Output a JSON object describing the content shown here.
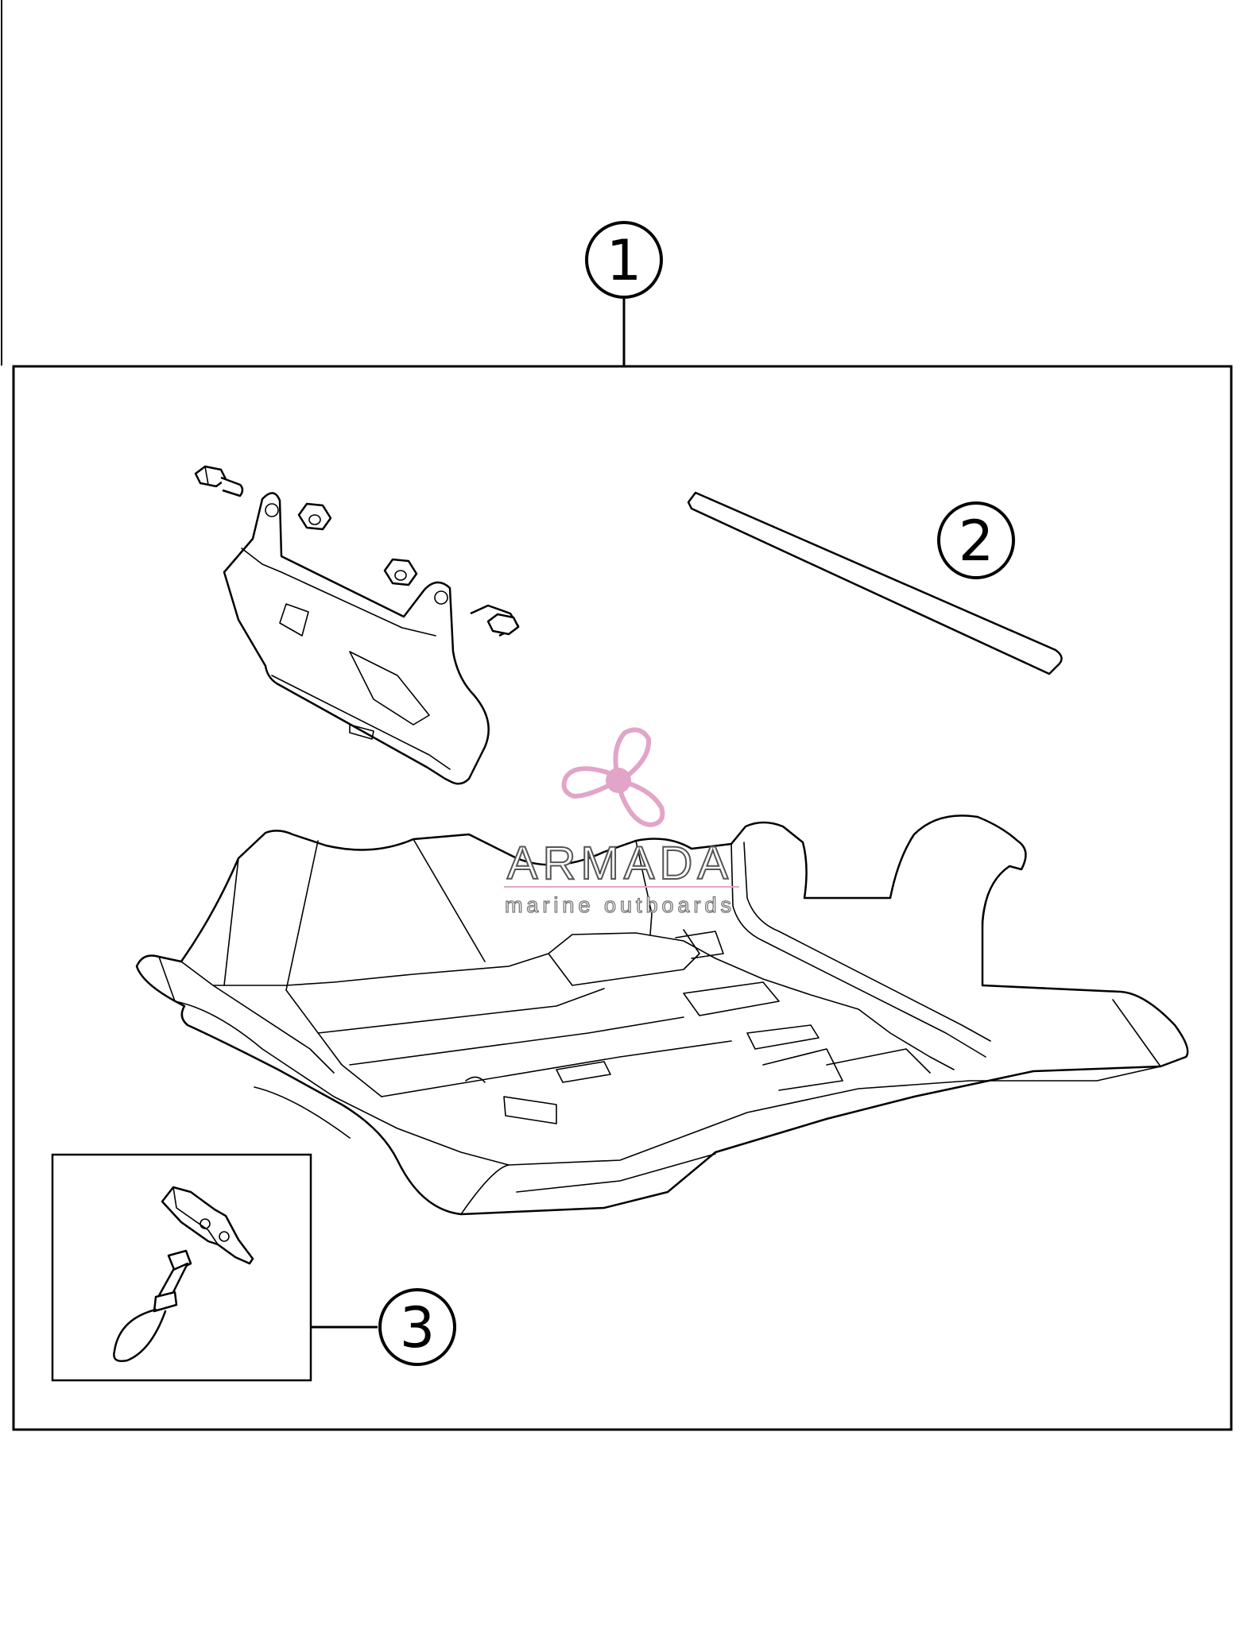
{
  "diagram": {
    "callouts": [
      {
        "id": 1,
        "label": "1"
      },
      {
        "id": 2,
        "label": "2"
      },
      {
        "id": 3,
        "label": "3"
      }
    ]
  },
  "watermark": {
    "brand": "ARMADA",
    "tagline": "marine outboards",
    "accent_color": "#e2a5c8",
    "logo_icon": "propeller-icon"
  },
  "colors": {
    "line": "#000000",
    "background": "#ffffff"
  }
}
